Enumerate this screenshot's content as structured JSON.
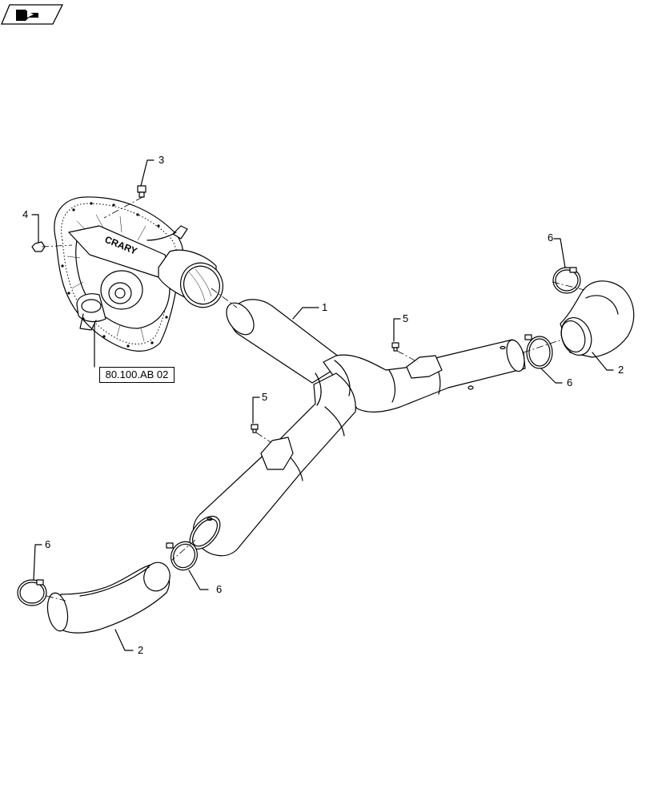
{
  "nav": {
    "icon": "page-return-arrow-icon"
  },
  "reference": {
    "label": "80.100.AB 02"
  },
  "blower": {
    "brand_text": "CRARY"
  },
  "callouts": [
    {
      "id": "c1",
      "text": "1"
    },
    {
      "id": "c2a",
      "text": "2"
    },
    {
      "id": "c2b",
      "text": "2"
    },
    {
      "id": "c3",
      "text": "3"
    },
    {
      "id": "c4",
      "text": "4"
    },
    {
      "id": "c5a",
      "text": "5"
    },
    {
      "id": "c5b",
      "text": "5"
    },
    {
      "id": "c6a",
      "text": "6"
    },
    {
      "id": "c6b",
      "text": "6"
    },
    {
      "id": "c6c",
      "text": "6"
    },
    {
      "id": "c6d",
      "text": "6"
    }
  ]
}
